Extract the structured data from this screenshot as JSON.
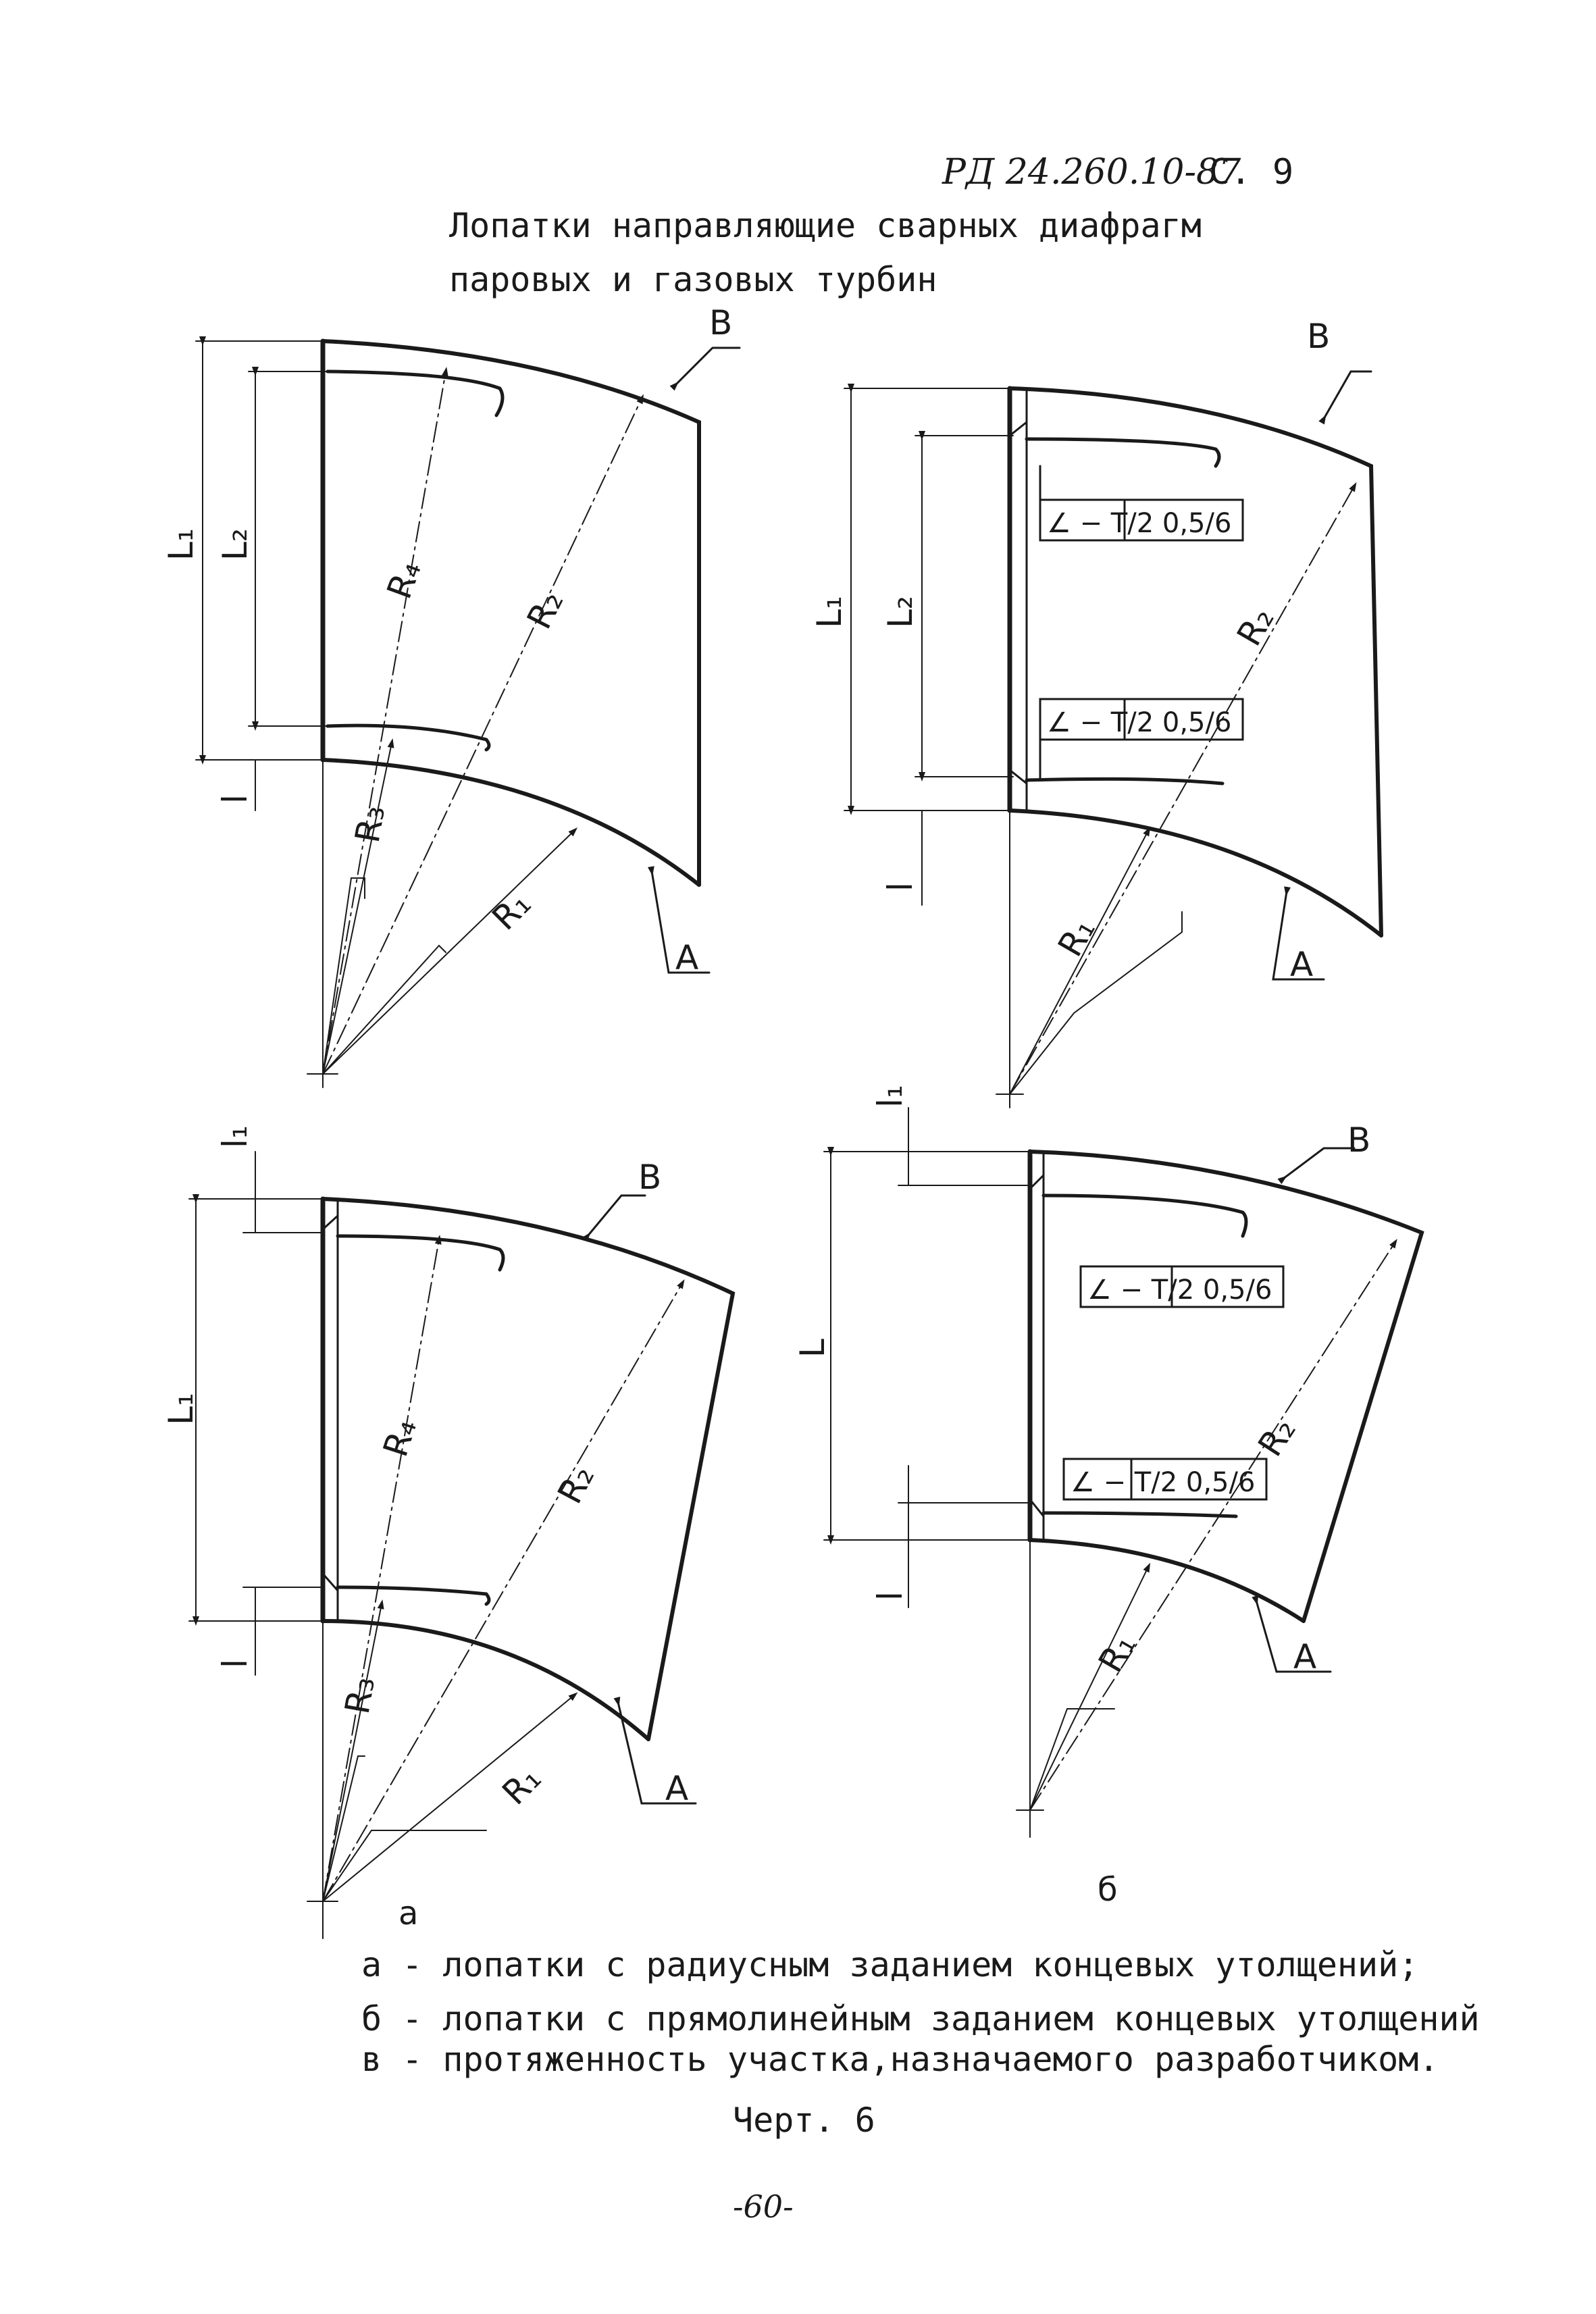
{
  "header": {
    "doc_code": "РД 24.260.10-87",
    "page_ref": "С. 9",
    "title_line1": "Лопатки направляющие сварных диафрагм",
    "title_line2": "паровых и газовых турбин"
  },
  "drawing_labels": {
    "B": "В",
    "A": "А",
    "L1": "L₁",
    "L2": "L₂",
    "L": "L",
    "l": "l",
    "l1": "l₁",
    "R1": "R₁",
    "R2": "R₂",
    "R3": "R₃",
    "R4": "R₄",
    "weld_symbol": "∠ − T/2 0,5/6",
    "caption_a": "а",
    "caption_b": "б"
  },
  "legend": {
    "a": "а - лопатки с радиусным заданием концевых утолщений;",
    "b": "б - лопатки с прямолинейным заданием концевых утолщений",
    "v": "в - протяженность участка,назначаемого разработчиком."
  },
  "figure_caption": "Черт. 6",
  "page_number": "-60-"
}
